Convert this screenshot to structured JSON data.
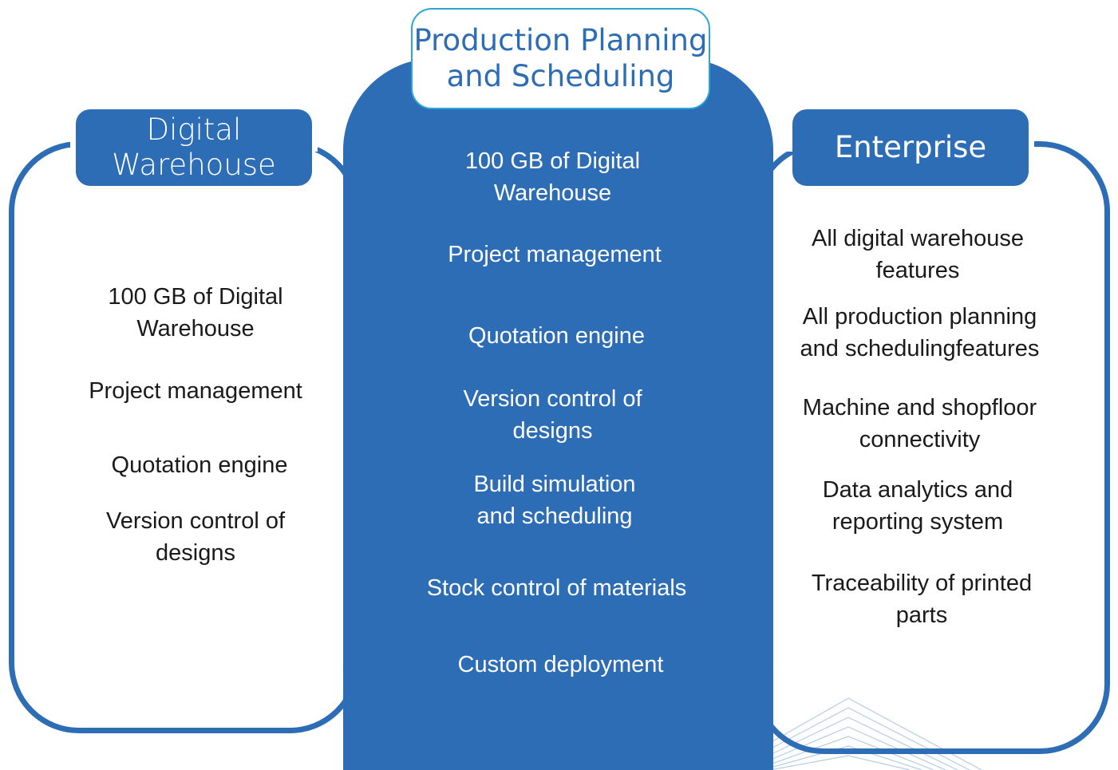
{
  "tiers": {
    "left": {
      "title": "Digital\nWarehouse",
      "features": [
        "100 GB of Digital\nWarehouse",
        "Project management",
        "Quotation engine",
        "Version control of\ndesigns"
      ]
    },
    "center": {
      "title": "Production Planning\nand Scheduling",
      "features": [
        "100 GB of Digital\nWarehouse",
        "Project management",
        "Quotation engine",
        "Version control of\ndesigns",
        "Build simulation\nand scheduling",
        "Stock control of materials",
        "Custom deployment"
      ]
    },
    "right": {
      "title": "Enterprise",
      "features": [
        "All digital  warehouse\nfeatures",
        "All production planning\nand schedulingfeatures",
        "Machine and shopfloor\nconnectivity",
        "Data analytics and\nreporting system",
        "Traceability of printed\nparts"
      ]
    }
  },
  "colors": {
    "primary": "#2d6db5",
    "accent_border": "#2aa5d6",
    "text_dark": "#1a1a1a",
    "text_light": "#ffffff"
  }
}
